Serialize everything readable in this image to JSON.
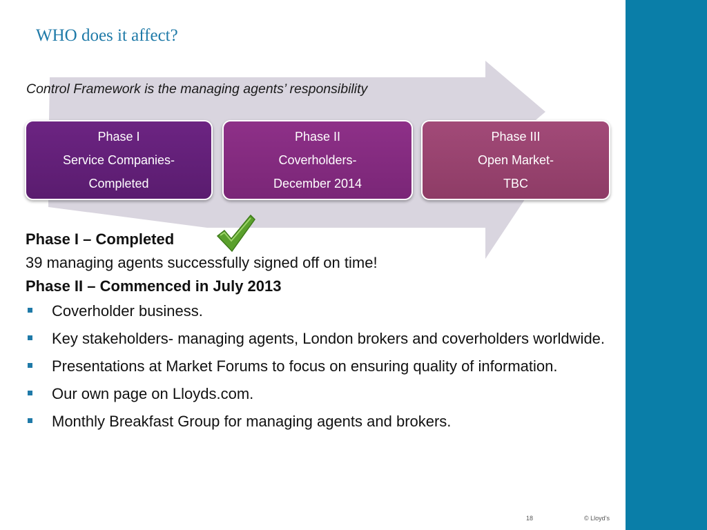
{
  "slide": {
    "title": "WHO does it affect?",
    "subtitle": "Control Framework is the managing agents’ responsibility"
  },
  "phases": [
    {
      "lines": [
        "Phase I",
        "Service Companies-",
        "Completed"
      ],
      "color": "#6c2482"
    },
    {
      "lines": [
        "Phase II",
        "Coverholders-",
        "December 2014"
      ],
      "color": "#8e3088"
    },
    {
      "lines": [
        "Phase III",
        "Open Market-",
        "TBC"
      ],
      "color": "#a24a78"
    }
  ],
  "content": {
    "phase1_heading": "Phase I – Completed",
    "phase1_text": "39 managing agents successfully signed off on time!",
    "phase2_heading": "Phase II – Commenced in July 2013",
    "bullets": [
      "Coverholder business.",
      "Key stakeholders- managing agents, London brokers and coverholders worldwide.",
      "Presentations at Market Forums to focus on ensuring quality of information.",
      "Our own page on Lloyds.com.",
      "Monthly Breakfast Group for managing agents and brokers."
    ]
  },
  "footer": {
    "page_number": "18",
    "copyright": "© Lloyd’s"
  },
  "colors": {
    "brand_blue": "#0a7ea8",
    "title_blue": "#1f7aa8",
    "arrow_gray": "#d9d5df",
    "check_green": "#5aa02c"
  },
  "icons": {
    "check": "checkmark-icon",
    "bullet": "square-bullet-icon"
  }
}
